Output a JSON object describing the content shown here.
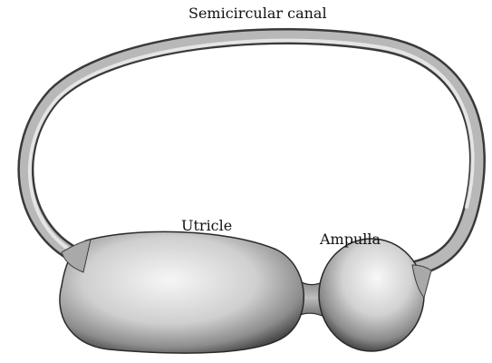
{
  "labels": {
    "semicircular_canal": "Semicircular canal",
    "utricle": "Utricle",
    "ampulla": "Ampulla"
  },
  "colors": {
    "background": "#ffffff",
    "shading_dark": "#3a3a3a",
    "shading_mid": "#9a9a9a",
    "highlight": "#f2f2f2",
    "outline": "#2a2a2a"
  }
}
